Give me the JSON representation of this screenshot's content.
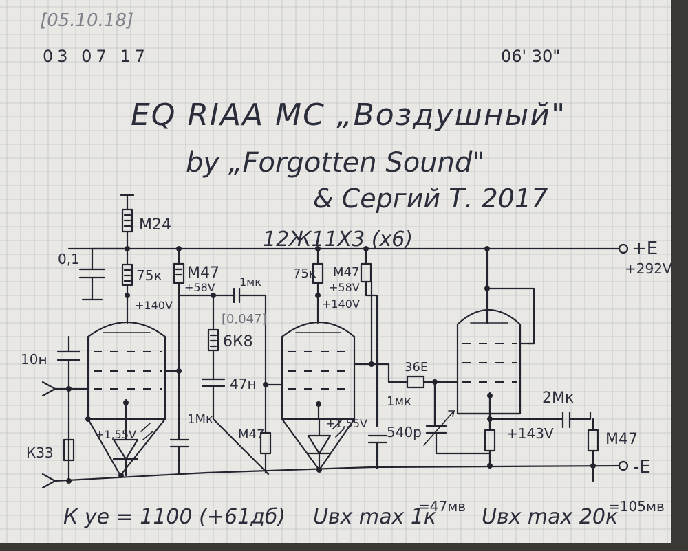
{
  "header": {
    "date_bracket": "[05.10.18]",
    "date_start": "03 07 17",
    "time": "06' 30\""
  },
  "title": {
    "line1": "EQ RIAA MC „Воздушный\"",
    "line2": "by „Forgotten Sound\"",
    "line3": "& Сергий Т.   2017"
  },
  "tubes_label": "12Ж11Х3 (х6)",
  "supply": {
    "plus_label": "+E",
    "plus_voltage": "+292V",
    "minus_label": "-E"
  },
  "components": {
    "r_m24": "M24",
    "c_01": "0,1",
    "r_75k_a": "75к",
    "r_m47_a": "M47",
    "v_58_a": "+58V",
    "v_140_a": "+140V",
    "c_1mk_a": "1мк",
    "c_0047": "[0,047]",
    "r_6k8": "6К8",
    "c_47n": "47н",
    "c_10n": "10н",
    "r_k33": "К33",
    "v_155_a": "+1,55V",
    "c_1mk_b": "1Мк",
    "r_m47_b": "M47",
    "r_75k_b": "75к",
    "r_m47_c": "M47",
    "v_58_b": "+58V",
    "v_140_b": "+140V",
    "v_155_b": "+1,55V",
    "c_1mk_c": "1мк",
    "r_36e": "36E",
    "c_540p": "540р",
    "c_2mk": "2Мк",
    "v_143": "+143V",
    "r_m47_d": "M47"
  },
  "footer": {
    "gain": "К уе = 1100 (+61дб)",
    "uin_1k": "Uвх max 1к",
    "uin_1k_val": "=47мв",
    "uin_20k": "Uвх max 20к",
    "uin_20k_val": "=105мв"
  }
}
